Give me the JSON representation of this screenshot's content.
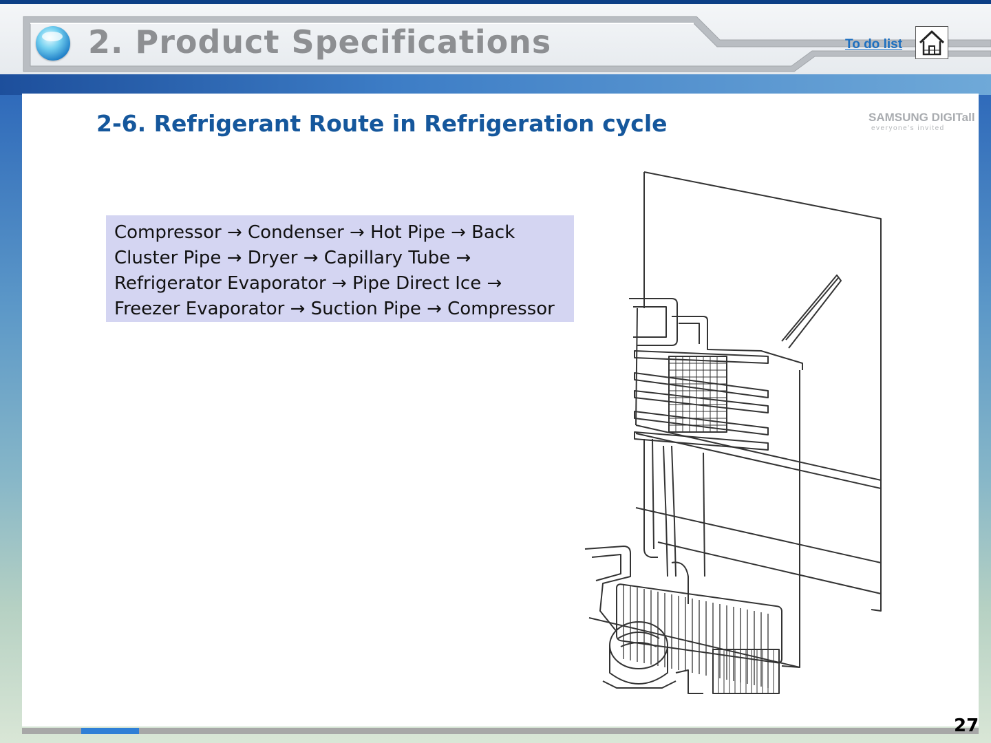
{
  "header": {
    "title": "2. Product Specifications",
    "todo_link": "To do list"
  },
  "section": {
    "title": "2-6. Refrigerant Route in Refrigeration cycle"
  },
  "route": {
    "lines": [
      "Compressor → Condenser → Hot Pipe → Back",
      "Cluster Pipe → Dryer → Capillary Tube →",
      "Refrigerator Evaporator → Pipe Direct Ice →",
      "Freezer Evaporator → Suction Pipe → Compressor"
    ]
  },
  "logo": {
    "brand": "SAMSUNG DIGITall",
    "tagline": "everyone's invited"
  },
  "footer": {
    "page_number": "27"
  },
  "icons": {
    "home": "home-icon",
    "bullet": "bullet-orb-icon"
  },
  "colors": {
    "title_gray": "#8d8f92",
    "section_blue": "#15579c",
    "route_box": "#d4d5f2",
    "top_bar": "#0c3f86"
  }
}
